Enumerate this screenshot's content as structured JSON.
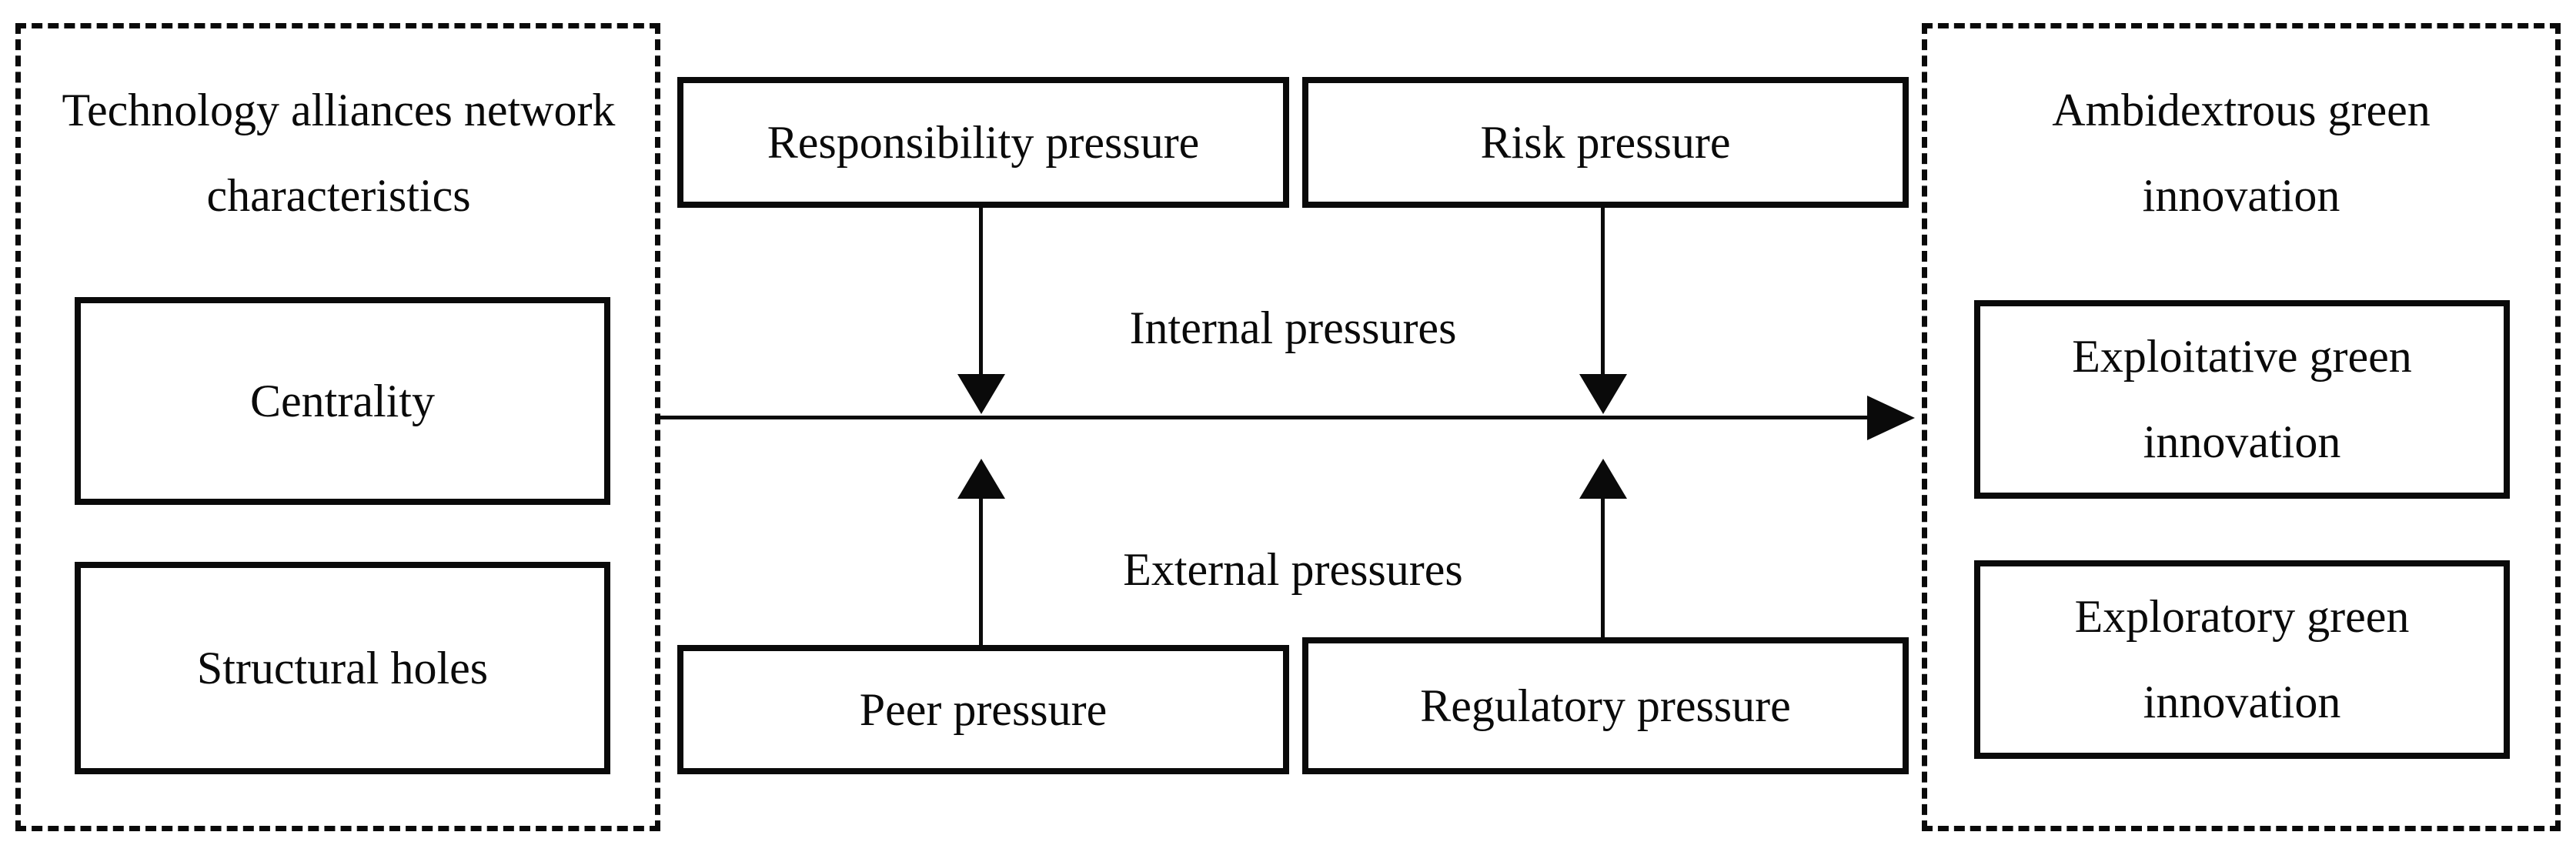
{
  "page": {
    "background_color": "#ffffff",
    "ink_color": "#0a0a0a"
  },
  "diagram": {
    "left_panel": {
      "title": "Technology alliances network characteristics",
      "boxes": [
        {
          "label": "Centrality"
        },
        {
          "label": "Structural holes"
        }
      ]
    },
    "pressures": {
      "internal_label": "Internal pressures",
      "internal_boxes": [
        {
          "label": "Responsibility pressure"
        },
        {
          "label": "Risk pressure"
        }
      ],
      "external_label": "External pressures",
      "external_boxes": [
        {
          "label": "Peer pressure"
        },
        {
          "label": "Regulatory pressure"
        }
      ]
    },
    "right_panel": {
      "title": "Ambidextrous green innovation",
      "boxes": [
        {
          "label": "Exploitative green innovation"
        },
        {
          "label": "Exploratory green innovation"
        }
      ]
    }
  }
}
